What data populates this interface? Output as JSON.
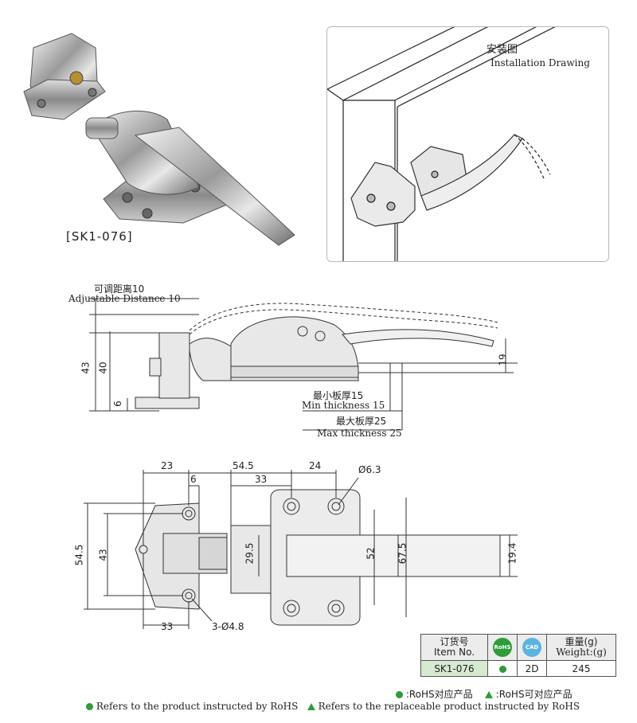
{
  "product_photo": {
    "model_label": "[SK1-076]"
  },
  "installation": {
    "title_cn": "安装图",
    "title_en": "Installation Drawing"
  },
  "side_view": {
    "adjustable_cn": "可调距离10",
    "adjustable_en": "Adjustable Distance 10",
    "dim_43": "43",
    "dim_40": "40",
    "dim_6": "6",
    "dim_19": "19",
    "min_cn": "最小板厚15",
    "min_en": "Min thickness 15",
    "max_cn": "最大板厚25",
    "max_en": "Max thickness  25"
  },
  "top_view": {
    "dim_23": "23",
    "dim_54_5_top": "54.5",
    "dim_24": "24",
    "dim_6": "6",
    "dim_33_top": "33",
    "dim_hole": "Ø6.3",
    "dim_54_5_left": "54.5",
    "dim_43": "43",
    "dim_29_5": "29.5",
    "dim_52": "52",
    "dim_67_5": "67.5",
    "dim_19_4": "19.4",
    "dim_33_bottom": "33",
    "dim_holes_bottom": "3-Ø4.8"
  },
  "spec_table": {
    "col_item_cn": "订货号",
    "col_item_en": "Item No.",
    "rohs_badge": "RoHS",
    "cad_badge": "CAD",
    "col_weight_cn": "重量(g)",
    "col_weight_en": "Weight:(g)",
    "item_no": "SK1-076",
    "cad_value": "2D",
    "weight": "245"
  },
  "legend": {
    "rohs_cn": ":RoHS对应产品",
    "rohs_replace_cn": ":RoHS可对应产品",
    "rohs_en": "Refers to the product instructed by RoHS",
    "rohs_replace_en": "Refers to the replaceable product instructed by RoHS"
  },
  "colors": {
    "rohs_green": "#2f9b3a",
    "item_cell_bg": "#d6ead0",
    "frame_gray": "#b9b9b9"
  }
}
